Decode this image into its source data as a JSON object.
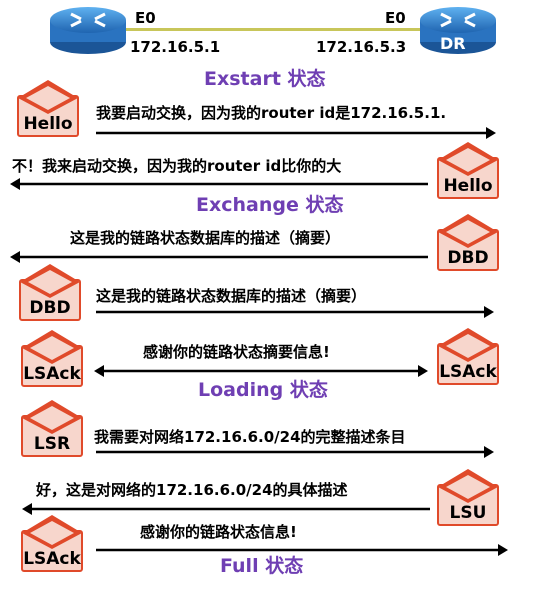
{
  "routers": {
    "left": {
      "interface": "E0",
      "ip": "172.16.5.1"
    },
    "right": {
      "interface": "E0",
      "ip": "172.16.5.3",
      "role": "DR"
    }
  },
  "states": {
    "exstart": "Exstart 状态",
    "exchange": "Exchange 状态",
    "loading": "Loading 状态",
    "full": "Full 状态"
  },
  "messages": {
    "m1": "我要启动交换，因为我的router id是172.16.5.1.",
    "m2": "不！我来启动交换，因为我的router id比你的大",
    "m3": "这是我的链路状态数据库的描述（摘要）",
    "m4": "这是我的链路状态数据库的描述（摘要）",
    "m5": "感谢你的链路状态摘要信息!",
    "m6": "我需要对网络172.16.6.0/24的完整描述条目",
    "m7": "好，这是对网络的172.16.6.0/24的具体描述",
    "m8": "感谢你的链路状态信息!"
  },
  "packets": {
    "p1": "Hello",
    "p2": "Hello",
    "p3": "DBD",
    "p4": "DBD",
    "p5_left": "LSAck",
    "p5_right": "LSAck",
    "p6": "LSR",
    "p7": "LSU",
    "p8": "LSAck"
  },
  "colors": {
    "state_text": "#6f3fb3",
    "router_blue": "#2f7fc7",
    "link": "#c8c65a",
    "envelope_red": "#e04a2a",
    "envelope_light": "#f7d6cc"
  }
}
